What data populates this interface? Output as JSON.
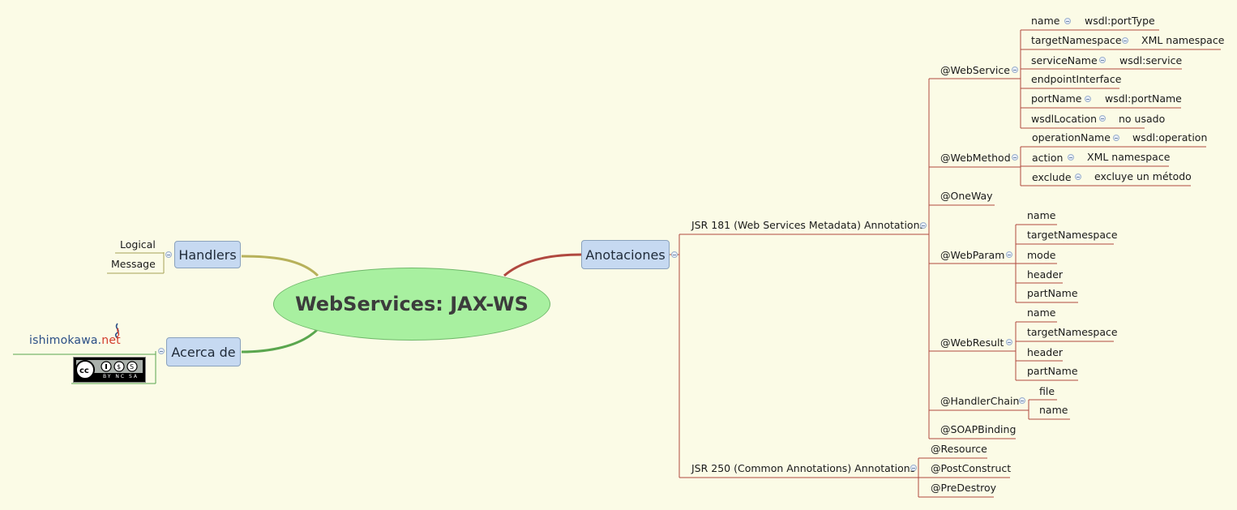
{
  "central": {
    "title": "WebServices: JAX-WS"
  },
  "handlers": {
    "label": "Handlers",
    "children": [
      "Logical",
      "Message"
    ]
  },
  "acerca": {
    "label": "Acerca de",
    "logo_text": "ishimokawa.",
    "logo_text_accent": "net",
    "license_badge": "BY NC SA"
  },
  "anotaciones": {
    "label": "Anotaciones",
    "jsr181": {
      "label": "JSR 181 (Web Services Metadata) Annotations",
      "webservice": {
        "label": "@WebService",
        "items": [
          {
            "name": "name",
            "value": "wsdl:portType"
          },
          {
            "name": "targetNamespace",
            "value": "XML namespace"
          },
          {
            "name": "serviceName",
            "value": "wsdl:service"
          },
          {
            "name": "endpointInterface",
            "value": ""
          },
          {
            "name": "portName",
            "value": "wsdl:portName"
          },
          {
            "name": "wsdlLocation",
            "value": "no usado"
          }
        ]
      },
      "webmethod": {
        "label": "@WebMethod",
        "items": [
          {
            "name": "operationName",
            "value": "wsdl:operation"
          },
          {
            "name": "action",
            "value": "XML namespace"
          },
          {
            "name": "exclude",
            "value": "excluye un método"
          }
        ]
      },
      "oneway": {
        "label": "@OneWay"
      },
      "webparam": {
        "label": "@WebParam",
        "items": [
          "name",
          "targetNamespace",
          "mode",
          "header",
          "partName"
        ]
      },
      "webresult": {
        "label": "@WebResult",
        "items": [
          "name",
          "targetNamespace",
          "header",
          "partName"
        ]
      },
      "handlerchain": {
        "label": "@HandlerChain",
        "items": [
          "file",
          "name"
        ]
      },
      "soapbinding": {
        "label": "@SOAPBinding"
      }
    },
    "jsr250": {
      "label": "JSR 250 (Common Annotations) Annotations",
      "items": [
        "@Resource",
        "@PostConstruct",
        "@PreDestroy"
      ]
    }
  },
  "colors": {
    "line": "#b0483f",
    "handlers_branch": "#b7b15a",
    "acerca_branch": "#5aa64e",
    "central_fill": "#a8f0a0",
    "box_fill": "#c6d9f1"
  }
}
